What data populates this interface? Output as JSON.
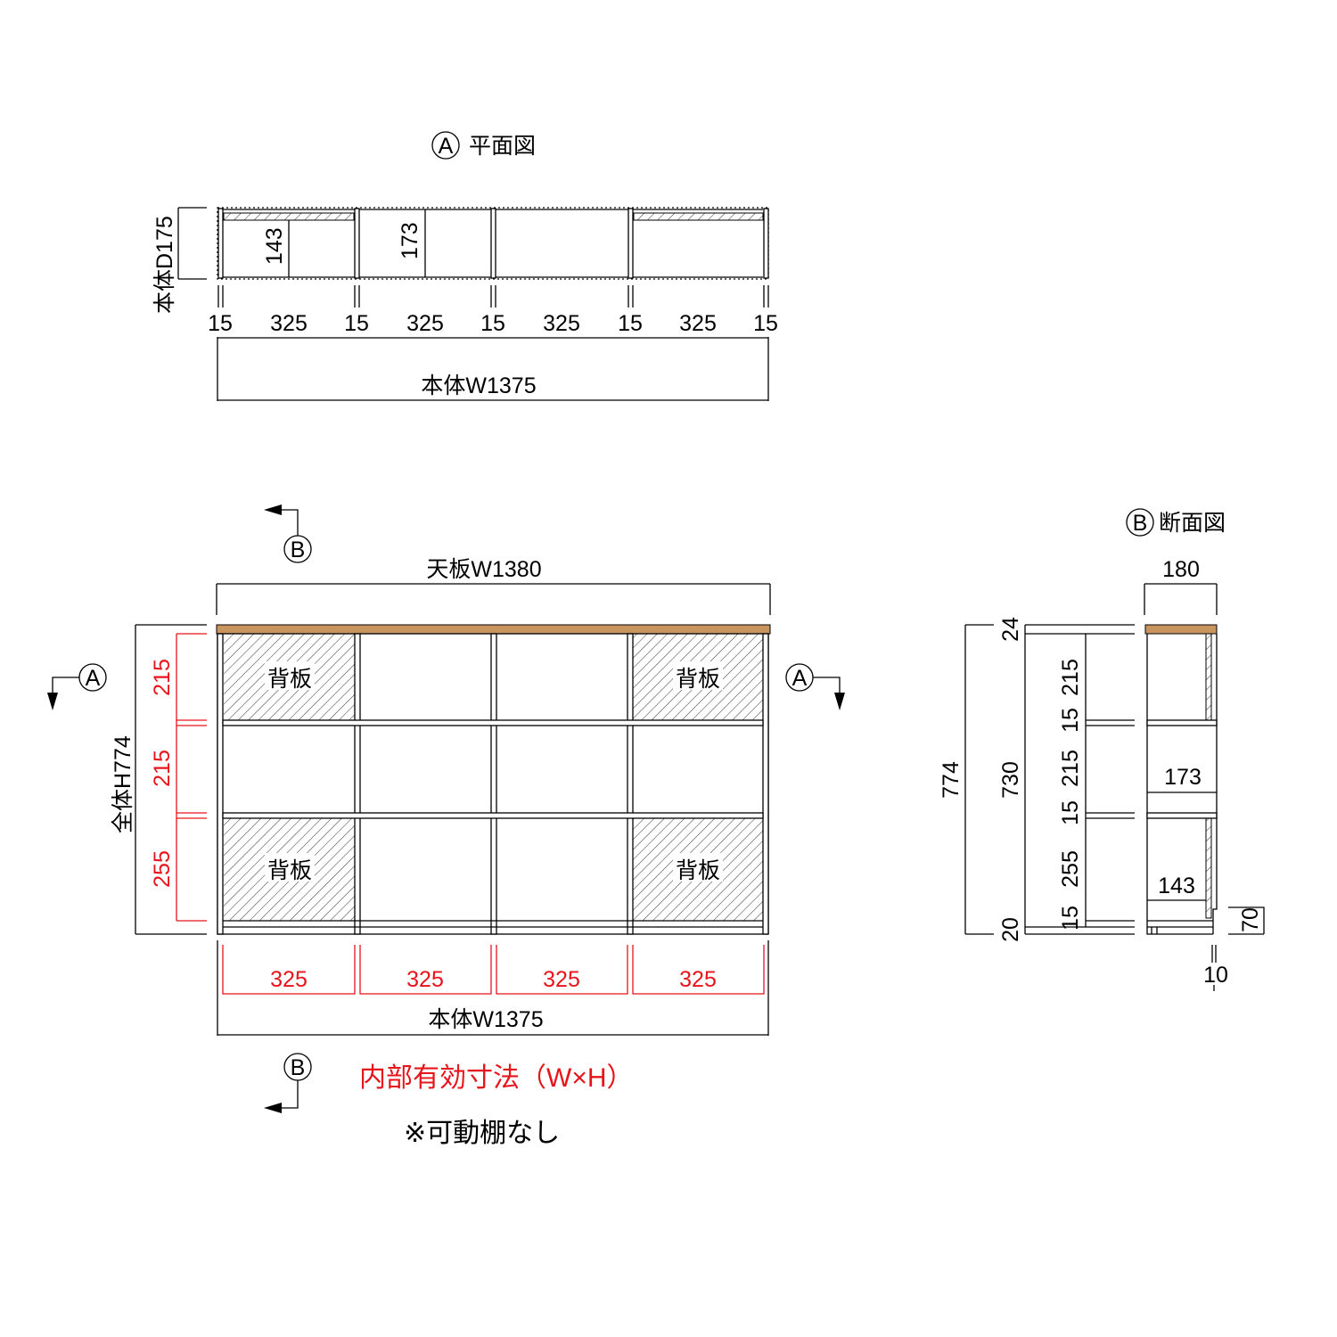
{
  "colors": {
    "top_board": "#c8955f",
    "red": "#e8141b"
  },
  "plan": {
    "title_marker": "A",
    "title": "平面図",
    "depth_label": "本体D175",
    "depth_143": "143",
    "depth_173": "173",
    "widths": [
      "15",
      "325",
      "15",
      "325",
      "15",
      "325",
      "15",
      "325",
      "15"
    ],
    "total": "本体W1375"
  },
  "front": {
    "top_label": "天板W1380",
    "back_panel": "背板",
    "height_label": "全体H774",
    "inner_heights": [
      "215",
      "215",
      "255"
    ],
    "inner_widths": [
      "325",
      "325",
      "325",
      "325"
    ],
    "total": "本体W1375",
    "section_a": "A",
    "section_b": "B",
    "legend_red": "内部有効寸法（W×H）",
    "note": "※可動棚なし"
  },
  "section": {
    "title_marker": "B",
    "title": "断面図",
    "width": "180",
    "overall": "774",
    "top": "24",
    "body": "730",
    "bottom": "20",
    "inner": [
      "215",
      "15",
      "215",
      "15",
      "255",
      "15"
    ],
    "depth_173": "173",
    "depth_143": "143",
    "plinth": "70",
    "setback": "10"
  }
}
